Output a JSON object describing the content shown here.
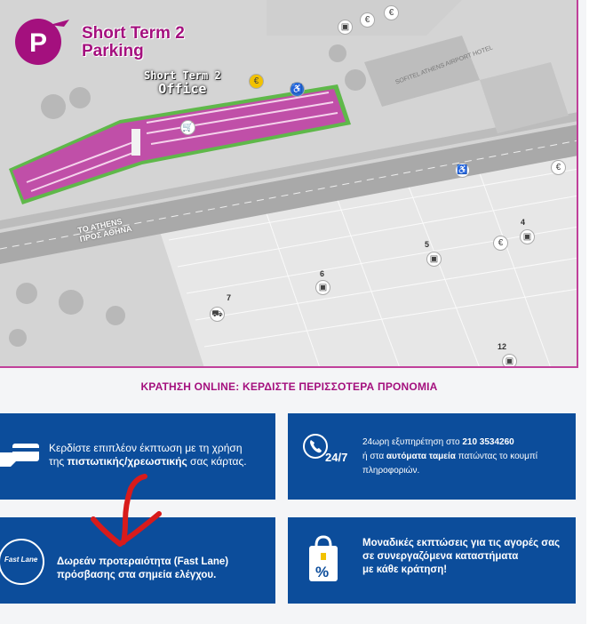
{
  "map": {
    "legend_title_line1": "Short Term 2",
    "legend_title_line2": "Parking",
    "office_line1": "Short Term 2",
    "office_line2": "Office",
    "road_line1": "TO ATHENS",
    "road_line2": "ΠΡΟΣ ΑΘΗΝΑ",
    "hotel": "SOFITEL ATHENS AIRPORT HOTEL",
    "zone_numbers": [
      "7",
      "6",
      "5",
      "4",
      "12"
    ]
  },
  "promo": {
    "heading": "ΚΡΑΤΗΣΗ ONLINE: ΚΕΡΔΙΣΤΕ ΠΕΡΙΣΣΟΤΕΡΑ ΠΡΟΝΟΜΙΑ",
    "card1": {
      "line1": "Κερδίστε επιπλέον έκπτωση με τη χρήση",
      "line2_pre": "της ",
      "line2_bold": "πιστωτικής/χρεωστικής",
      "line2_post": " σας κάρτας."
    },
    "card2": {
      "icon_label": "24/7",
      "line1_pre": "24ωρη εξυπηρέτηση στο ",
      "line1_bold": "210 3534260",
      "line2_pre": "ή στα ",
      "line2_bold": "αυτόματα ταμεία",
      "line2_post": " πατώντας το κουμπί",
      "line3": "πληροφοριών."
    },
    "card3": {
      "badge": "Fast Lane",
      "line1": "Δωρεάν προτεραιότητα (Fast Lane)",
      "line2": "πρόσβασης στα σημεία ελέγχου."
    },
    "card4": {
      "icon_label": "%",
      "line1": "Μοναδικές εκπτώσεις για τις αγορές σας",
      "line2": "σε συνεργαζόμενα καταστήματα",
      "line3": "με κάθε κράτηση!"
    }
  },
  "colors": {
    "brand_magenta": "#a4107e",
    "card_blue": "#0c4d9b",
    "annotation_red": "#d81b1b"
  }
}
